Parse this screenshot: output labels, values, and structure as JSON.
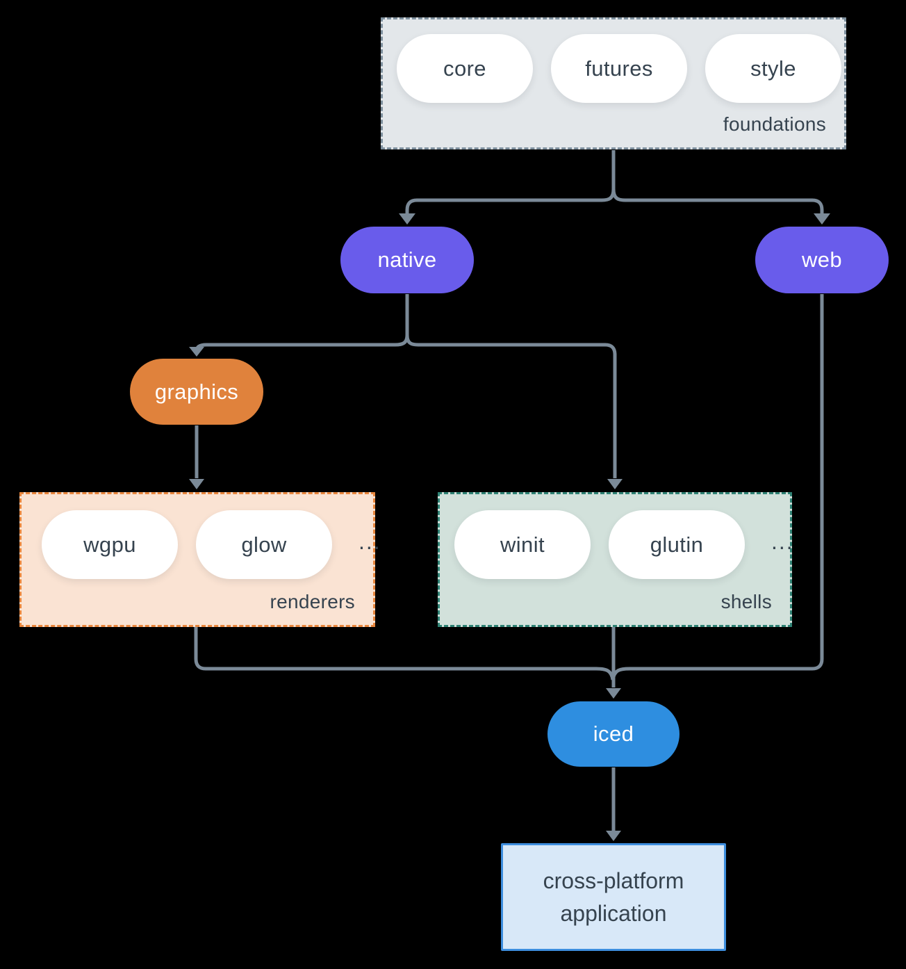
{
  "diagram": {
    "groups": {
      "foundations": {
        "label": "foundations",
        "items": [
          "core",
          "futures",
          "style"
        ]
      },
      "renderers": {
        "label": "renderers",
        "items": [
          "wgpu",
          "glow"
        ],
        "ellipsis": "..."
      },
      "shells": {
        "label": "shells",
        "items": [
          "winit",
          "glutin"
        ],
        "ellipsis": "..."
      }
    },
    "nodes": {
      "native": {
        "label": "native"
      },
      "web": {
        "label": "web"
      },
      "graphics": {
        "label": "graphics"
      },
      "iced": {
        "label": "iced"
      },
      "application": {
        "label": "cross-platform application"
      }
    },
    "edges": [
      {
        "from": "foundations",
        "to": "native"
      },
      {
        "from": "foundations",
        "to": "web"
      },
      {
        "from": "native",
        "to": "graphics"
      },
      {
        "from": "native",
        "to": "shells"
      },
      {
        "from": "graphics",
        "to": "renderers"
      },
      {
        "from": "renderers",
        "to": "iced"
      },
      {
        "from": "shells",
        "to": "iced"
      },
      {
        "from": "web",
        "to": "iced"
      },
      {
        "from": "iced",
        "to": "application"
      }
    ],
    "colors": {
      "background": "#000000",
      "connector": "#7b8a98",
      "node_purple": "#695ceb",
      "node_orange": "#e0823c",
      "node_blue": "#2e8ee0",
      "pill_white": "#ffffff",
      "text_dark": "#36434f",
      "foundations_fill": "#e3e7ea",
      "foundations_border": "#7e909e",
      "renderers_fill": "#fae3d3",
      "renderers_border": "#e8863d",
      "shells_fill": "#d2e1db",
      "shells_border": "#2f8274",
      "application_fill": "#d8e8f8",
      "application_border": "#3e8ede"
    }
  }
}
